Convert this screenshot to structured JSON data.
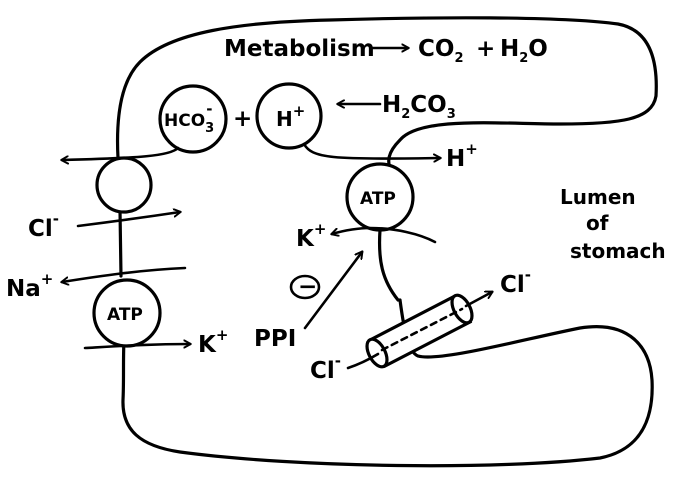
{
  "labels": {
    "metabolism": "Metabolism",
    "co2": "CO",
    "co2_sub": "2",
    "plus1": "+",
    "h2o_h": "H",
    "h2o_sub": "2",
    "h2o_o": "O",
    "hco3": "HCO",
    "hco3_sub": "3",
    "hco3_sup": "-",
    "plus2": "+",
    "h": "H",
    "h_sup": "+",
    "h2co3_h": "H",
    "h2co3_sub": "2",
    "h2co3_rest": "CO",
    "h2co3_sub2": "3",
    "h_out": "H",
    "h_out_sup": "+",
    "atp_right": "ATP",
    "k_right": "K",
    "k_right_sup": "+",
    "minus_sign": "−",
    "ppi": "PPI",
    "cl_left": "Cl",
    "cl_left_sup": "-",
    "na": "Na",
    "na_sup": "+",
    "atp_left": "ATP",
    "k_left": "K",
    "k_left_sup": "+",
    "cl_lumen": "Cl",
    "cl_lumen_sup": "-",
    "cl_bottom": "Cl",
    "cl_bottom_sup": "-",
    "lumen_1": "Lumen",
    "lumen_2": "of",
    "lumen_3": "stomach"
  }
}
